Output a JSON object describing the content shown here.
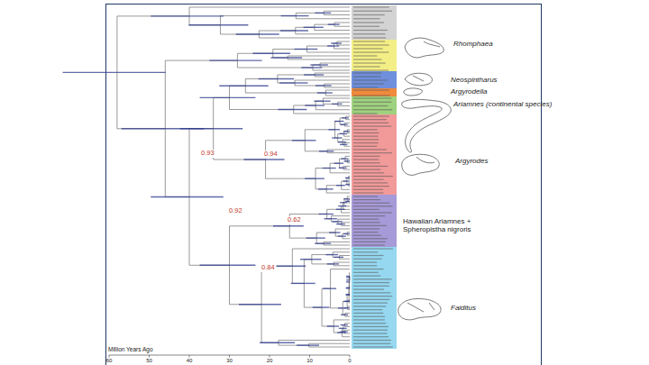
{
  "diagram": {
    "labels": [
      "0.93",
      "0.94",
      "0.92",
      "0.62",
      "0.84",
      "Rhomphaea",
      "Neospintharus",
      "Argyrodella",
      "Ariamnes (continental species)",
      "Argyrodes",
      "Hawaiian Ariamnes + Spheropistha nigroris",
      "Faiditus",
      "Million Years Ago",
      "60",
      "50",
      "40",
      "30",
      "20",
      "10",
      "0"
    ]
  }
}
